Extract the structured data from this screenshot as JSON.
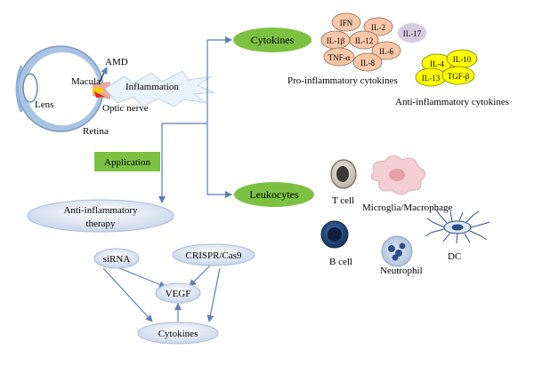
{
  "eye": {
    "lens": "Lens",
    "macula": "Macula",
    "amd": "AMD",
    "inflammation": "Inflammation",
    "optic_nerve": "Optic nerve",
    "retina": "Retina"
  },
  "cytokines": {
    "label": "Cytokines",
    "pro": [
      "IFN",
      "IL-2",
      "IL-1β",
      "IL-12",
      "IL-6",
      "TNF-α",
      "IL-8"
    ],
    "il17": "IL-17",
    "pro_caption": "Pro-inflammatory cytokines",
    "anti": [
      "IL-4",
      "IL-10",
      "IL-13",
      "TGF-β"
    ],
    "anti_caption": "Anti-inflammatory cytokines"
  },
  "application": {
    "label": "Application"
  },
  "therapy": {
    "line1": "Anti-inflammatory",
    "line2": "therapy"
  },
  "leukocytes": {
    "label": "Leukocytes",
    "t_cell": "T cell",
    "microglia": "Microglia/Macrophage",
    "b_cell": "B cell",
    "neutrophil": "Neutrophil",
    "dc": "DC"
  },
  "mechanism": {
    "sirna": "siRNA",
    "crispr": "CRISPR/Cas9",
    "vegf": "VEGF",
    "cytokines": "Cytokines"
  },
  "colors": {
    "green": "#7dc142",
    "arrow": "#5b7fb5",
    "pro_fill": "#f9c7a8",
    "anti_fill": "#ffff00",
    "il17_fill": "#d8c9e4",
    "oval_fill": "#dfe7f3"
  }
}
